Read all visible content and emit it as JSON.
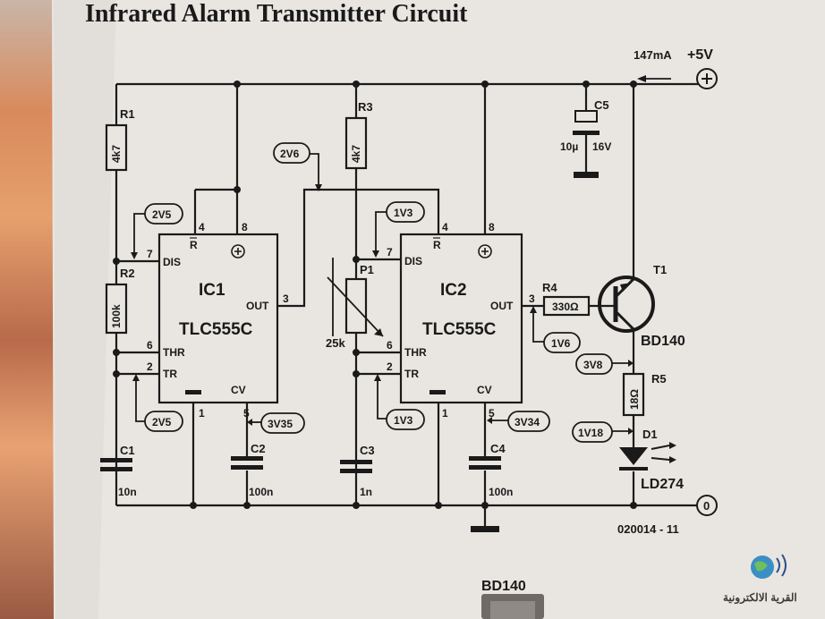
{
  "title": "Infrared Alarm Transmitter Circuit",
  "supply": {
    "current": "147mA",
    "voltage": "+5V",
    "ground": "0"
  },
  "ic1": {
    "name": "IC1",
    "part": "TLC555C"
  },
  "ic2": {
    "name": "IC2",
    "part": "TLC555C"
  },
  "pins": {
    "r": "R",
    "dis": "DIS",
    "thr": "THR",
    "tr": "TR",
    "out": "OUT",
    "cv": "CV",
    "p1": "1",
    "p2": "2",
    "p3": "3",
    "p4": "4",
    "p5": "5",
    "p6": "6",
    "p7": "7",
    "p8": "8"
  },
  "components": {
    "r1": {
      "ref": "R1",
      "value": "4k7"
    },
    "r2": {
      "ref": "R2",
      "value": "100k"
    },
    "r3": {
      "ref": "R3",
      "value": "4k7"
    },
    "r4": {
      "ref": "R4",
      "value": "330Ω"
    },
    "r5": {
      "ref": "R5",
      "value": "18Ω"
    },
    "p1": {
      "ref": "P1",
      "value": "25k"
    },
    "c1": {
      "ref": "C1",
      "value": "10n"
    },
    "c2": {
      "ref": "C2",
      "value": "100n"
    },
    "c3": {
      "ref": "C3",
      "value": "1n"
    },
    "c4": {
      "ref": "C4",
      "value": "100n"
    },
    "c5": {
      "ref": "C5",
      "value": "10µ",
      "voltage": "16V"
    },
    "t1": {
      "ref": "T1",
      "part": "BD140"
    },
    "d1": {
      "ref": "D1",
      "part": "LD274"
    }
  },
  "voltages": {
    "v_2v6": "2V6",
    "v_2v5_top": "2V5",
    "v_2v5_bot": "2V5",
    "v_3v35": "3V35",
    "v_1v3_top": "1V3",
    "v_1v3_bot": "1V3",
    "v_3v34": "3V34",
    "v_1v6": "1V6",
    "v_3v8": "3V8",
    "v_1v18": "1V18"
  },
  "code": "020014 - 11",
  "bottom_label": "BD140",
  "watermark": "القرية الالكترونية",
  "colors": {
    "paper": "#ece8e2",
    "ink": "#1a1a1a"
  }
}
